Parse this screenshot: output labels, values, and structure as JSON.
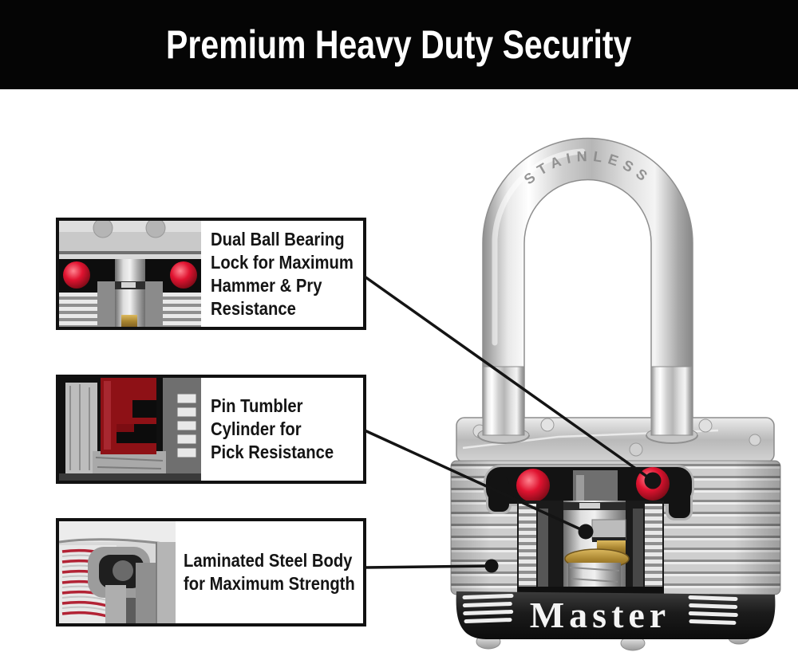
{
  "header": {
    "title": "Premium Heavy Duty Security"
  },
  "callouts": [
    {
      "id": "dual-ball-bearing",
      "lines": [
        "Dual Ball Bearing",
        "Lock for Maximum",
        "Hammer & Pry",
        "Resistance"
      ],
      "photo": "dual-ball-bearing-closeup"
    },
    {
      "id": "pin-tumbler",
      "lines": [
        "Pin Tumbler",
        "Cylinder for",
        "Pick Resistance"
      ],
      "photo": "pin-tumbler-cylinder-closeup"
    },
    {
      "id": "laminated-steel",
      "lines": [
        "Laminated Steel Body",
        "for Maximum Strength"
      ],
      "photo": "laminated-steel-body-closeup"
    }
  ],
  "padlock": {
    "shackle_text": "STAINLESS",
    "brand": "Master"
  },
  "colors": {
    "header_bg": "#050505",
    "header_fg": "#ffffff",
    "callout_border": "#111111",
    "connector": "#141414",
    "accent_red": "#d11226",
    "bumper_black": "#1c1c1c",
    "brass": "#b08c3e",
    "chrome": "#d9d9d9"
  }
}
